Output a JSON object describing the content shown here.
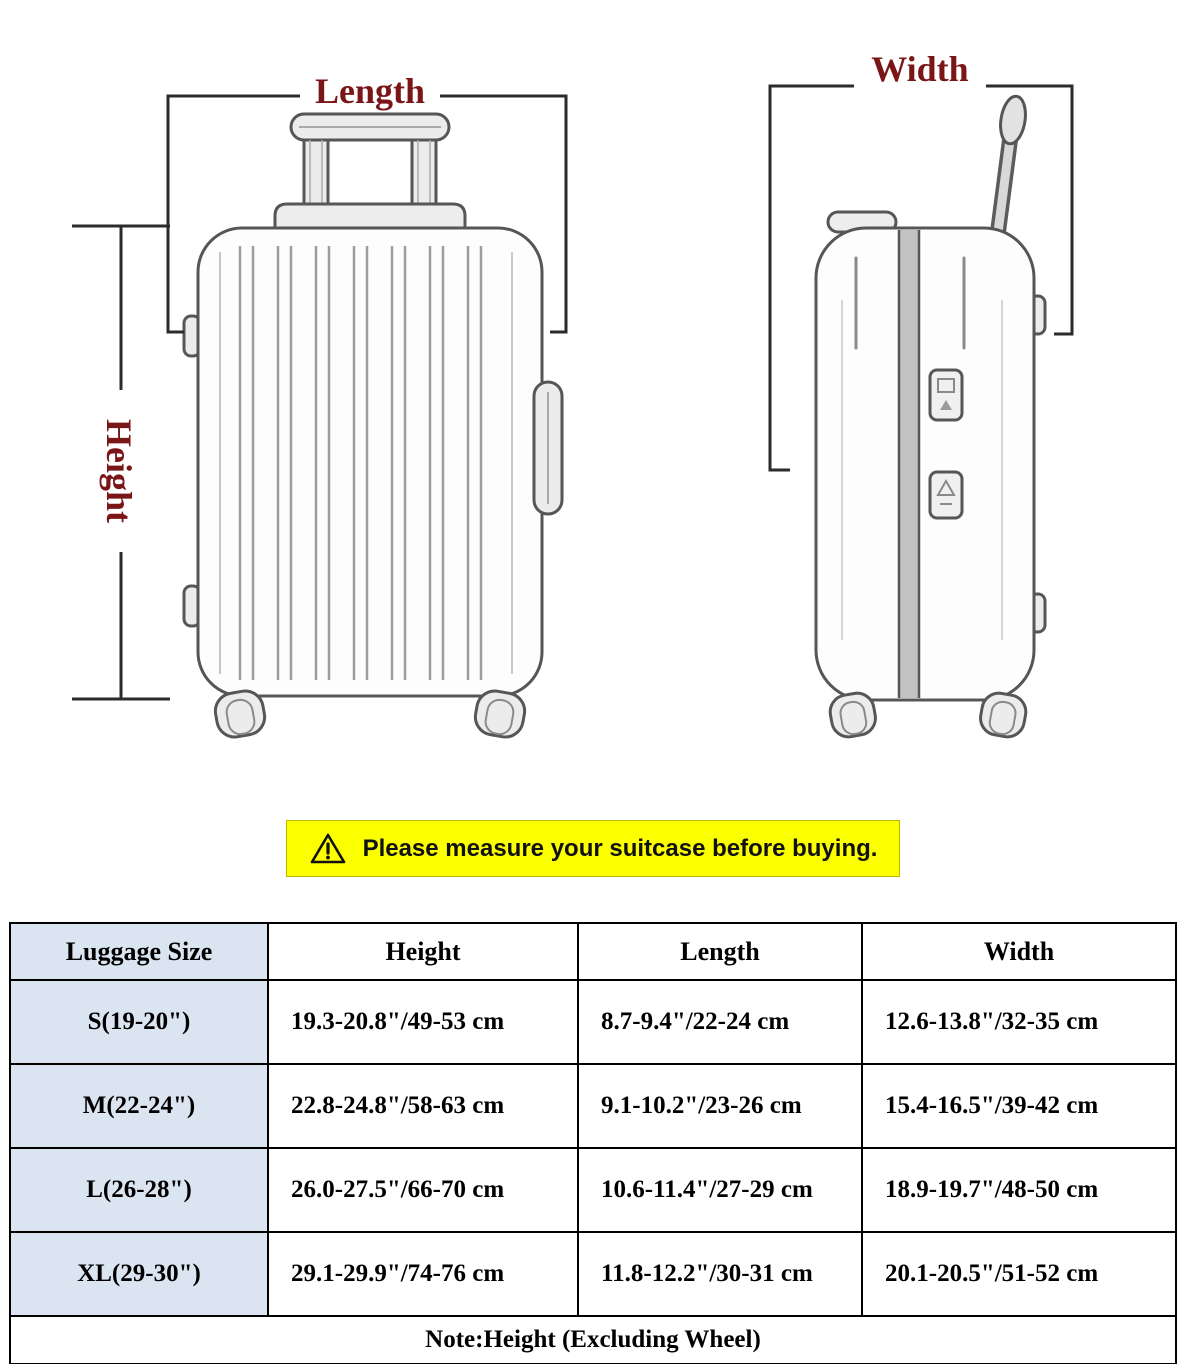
{
  "diagram": {
    "length_label": "Length",
    "height_label": "Height",
    "width_label": "Width",
    "label_color": "#7a1518"
  },
  "warning": {
    "text": "Please measure your suitcase before buying.",
    "background": "#fcff00",
    "icon": "warning-triangle-icon"
  },
  "table": {
    "headers": [
      "Luggage Size",
      "Height",
      "Length",
      "Width"
    ],
    "rows": [
      [
        "S(19-20\")",
        "19.3-20.8\"/49-53 cm",
        "8.7-9.4\"/22-24 cm",
        "12.6-13.8\"/32-35 cm"
      ],
      [
        "M(22-24\")",
        "22.8-24.8\"/58-63 cm",
        "9.1-10.2\"/23-26 cm",
        "15.4-16.5\"/39-42 cm"
      ],
      [
        "L(26-28\")",
        "26.0-27.5\"/66-70 cm",
        "10.6-11.4\"/27-29 cm",
        "18.9-19.7\"/48-50 cm"
      ],
      [
        "XL(29-30\")",
        "29.1-29.9\"/74-76 cm",
        "11.8-12.2\"/30-31 cm",
        "20.1-20.5\"/51-52 cm"
      ]
    ],
    "note": "Note:Height (Excluding Wheel)",
    "size_column_bg": "#dbe5f1"
  }
}
